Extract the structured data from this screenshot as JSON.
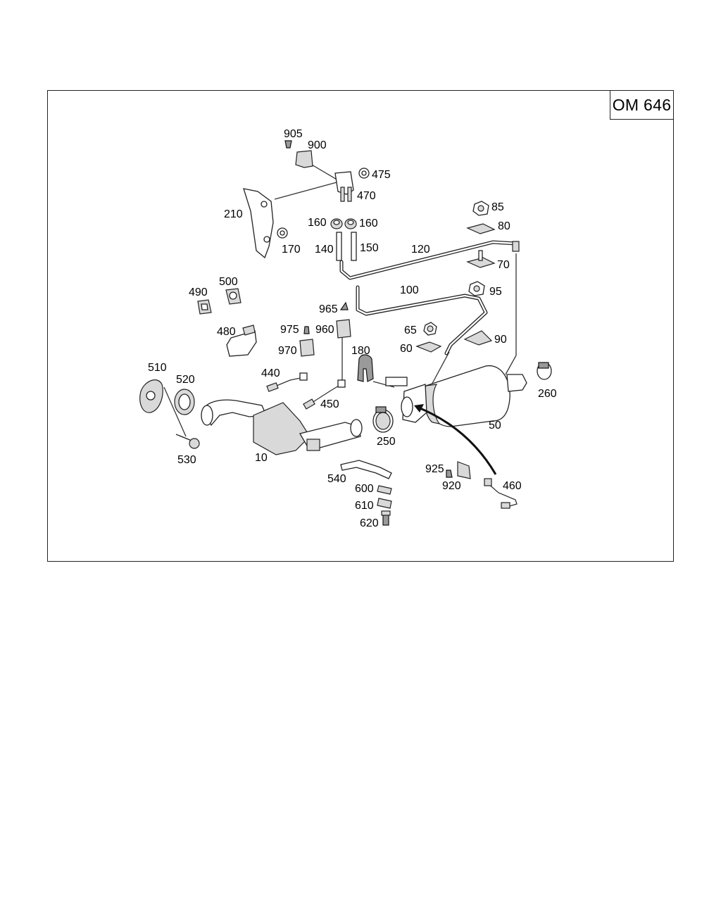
{
  "engine_code": "OM 646",
  "part_labels": {
    "p10": "10",
    "p50": "50",
    "p60": "60",
    "p65": "65",
    "p70": "70",
    "p80": "80",
    "p85": "85",
    "p90": "90",
    "p95": "95",
    "p100": "100",
    "p120": "120",
    "p140": "140",
    "p150": "150",
    "p160a": "160",
    "p160b": "160",
    "p170": "170",
    "p180": "180",
    "p210": "210",
    "p250": "250",
    "p260": "260",
    "p440": "440",
    "p450": "450",
    "p460": "460",
    "p470": "470",
    "p475": "475",
    "p480": "480",
    "p490": "490",
    "p500": "500",
    "p510": "510",
    "p520": "520",
    "p530": "530",
    "p540": "540",
    "p600": "600",
    "p610": "610",
    "p620": "620",
    "p900": "900",
    "p905": "905",
    "p920": "920",
    "p925": "925",
    "p960": "960",
    "p965": "965",
    "p970": "970",
    "p975": "975"
  }
}
